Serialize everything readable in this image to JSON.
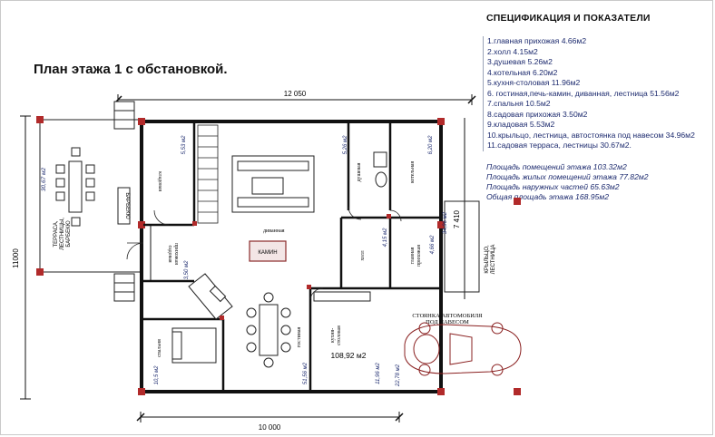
{
  "plan_title": "План этажа 1 с обстановкой.",
  "spec": {
    "title": "СПЕЦИФИКАЦИЯ И ПОКАЗАТЕЛИ",
    "items": [
      "1.главная прихожая 4.66м2",
      "2.холл 4.15м2",
      "3.душевая 5.26м2",
      "4.котельная 6.20м2",
      "5.кухня-столовая 11.96м2",
      "6. гостиная,печь-камин, диванная, лестница 51.56м2",
      "7.спальня 10.5м2",
      "8.садовая прихожая 3.50м2",
      "9.кладовая 5.53м2",
      "10.крыльцо, лестница, автостоянка под навесом 34.96м2",
      "11.садовая терраса, лестницы 30.67м2."
    ],
    "totals": [
      "Площадь помещений этажа  103.32м2",
      "Площадь жилых помещений этажа 77.82м2",
      "Площадь наружных частей 65.63м2",
      "Общая площадь этажа 168.95м2"
    ]
  },
  "dimensions": {
    "top": "12 050",
    "bottom": "10 000",
    "left": "11000",
    "right": "7 410"
  },
  "labels": {
    "terrace": "ТЕРРАСА,\nЛЕСТНИЦЫ,\nБАРБЕКЮ",
    "terrace_area": "30,67 м2",
    "barbecue": "БАРБЕКЮ",
    "pantry": "кладовая",
    "pantry_area": "5,53 м2",
    "garden_hall": "садовая\nприхожая",
    "garden_hall_area": "3,50 м2",
    "lounge": "диванная",
    "fireplace": "КАМИН",
    "shower": "душевая",
    "shower_area": "5,26 м2",
    "boiler": "котельная",
    "boiler_area": "6,20 м2",
    "hall": "холл",
    "hall_area": "4,15 м2",
    "main_hall": "главная\nприхожая",
    "main_hall_area": "4,66 м2",
    "porch_area": "34,96 м2",
    "porch": "КРЫЛЬЦО,\nЛЕСТНИЦА",
    "carport": "СТОЯНКА АВТОМОБИЛЯ\nПОД НАВЕСОМ",
    "kitchen": "кухня-\nстоловая",
    "kitchen_area": "11,96 м2",
    "living": "гостиная",
    "bedroom": "спальня",
    "bedroom_area": "10,5 м2",
    "living_area_small": "51,56 м2",
    "total_area": "108,92 м2",
    "carport_area": "22,78 м2"
  }
}
